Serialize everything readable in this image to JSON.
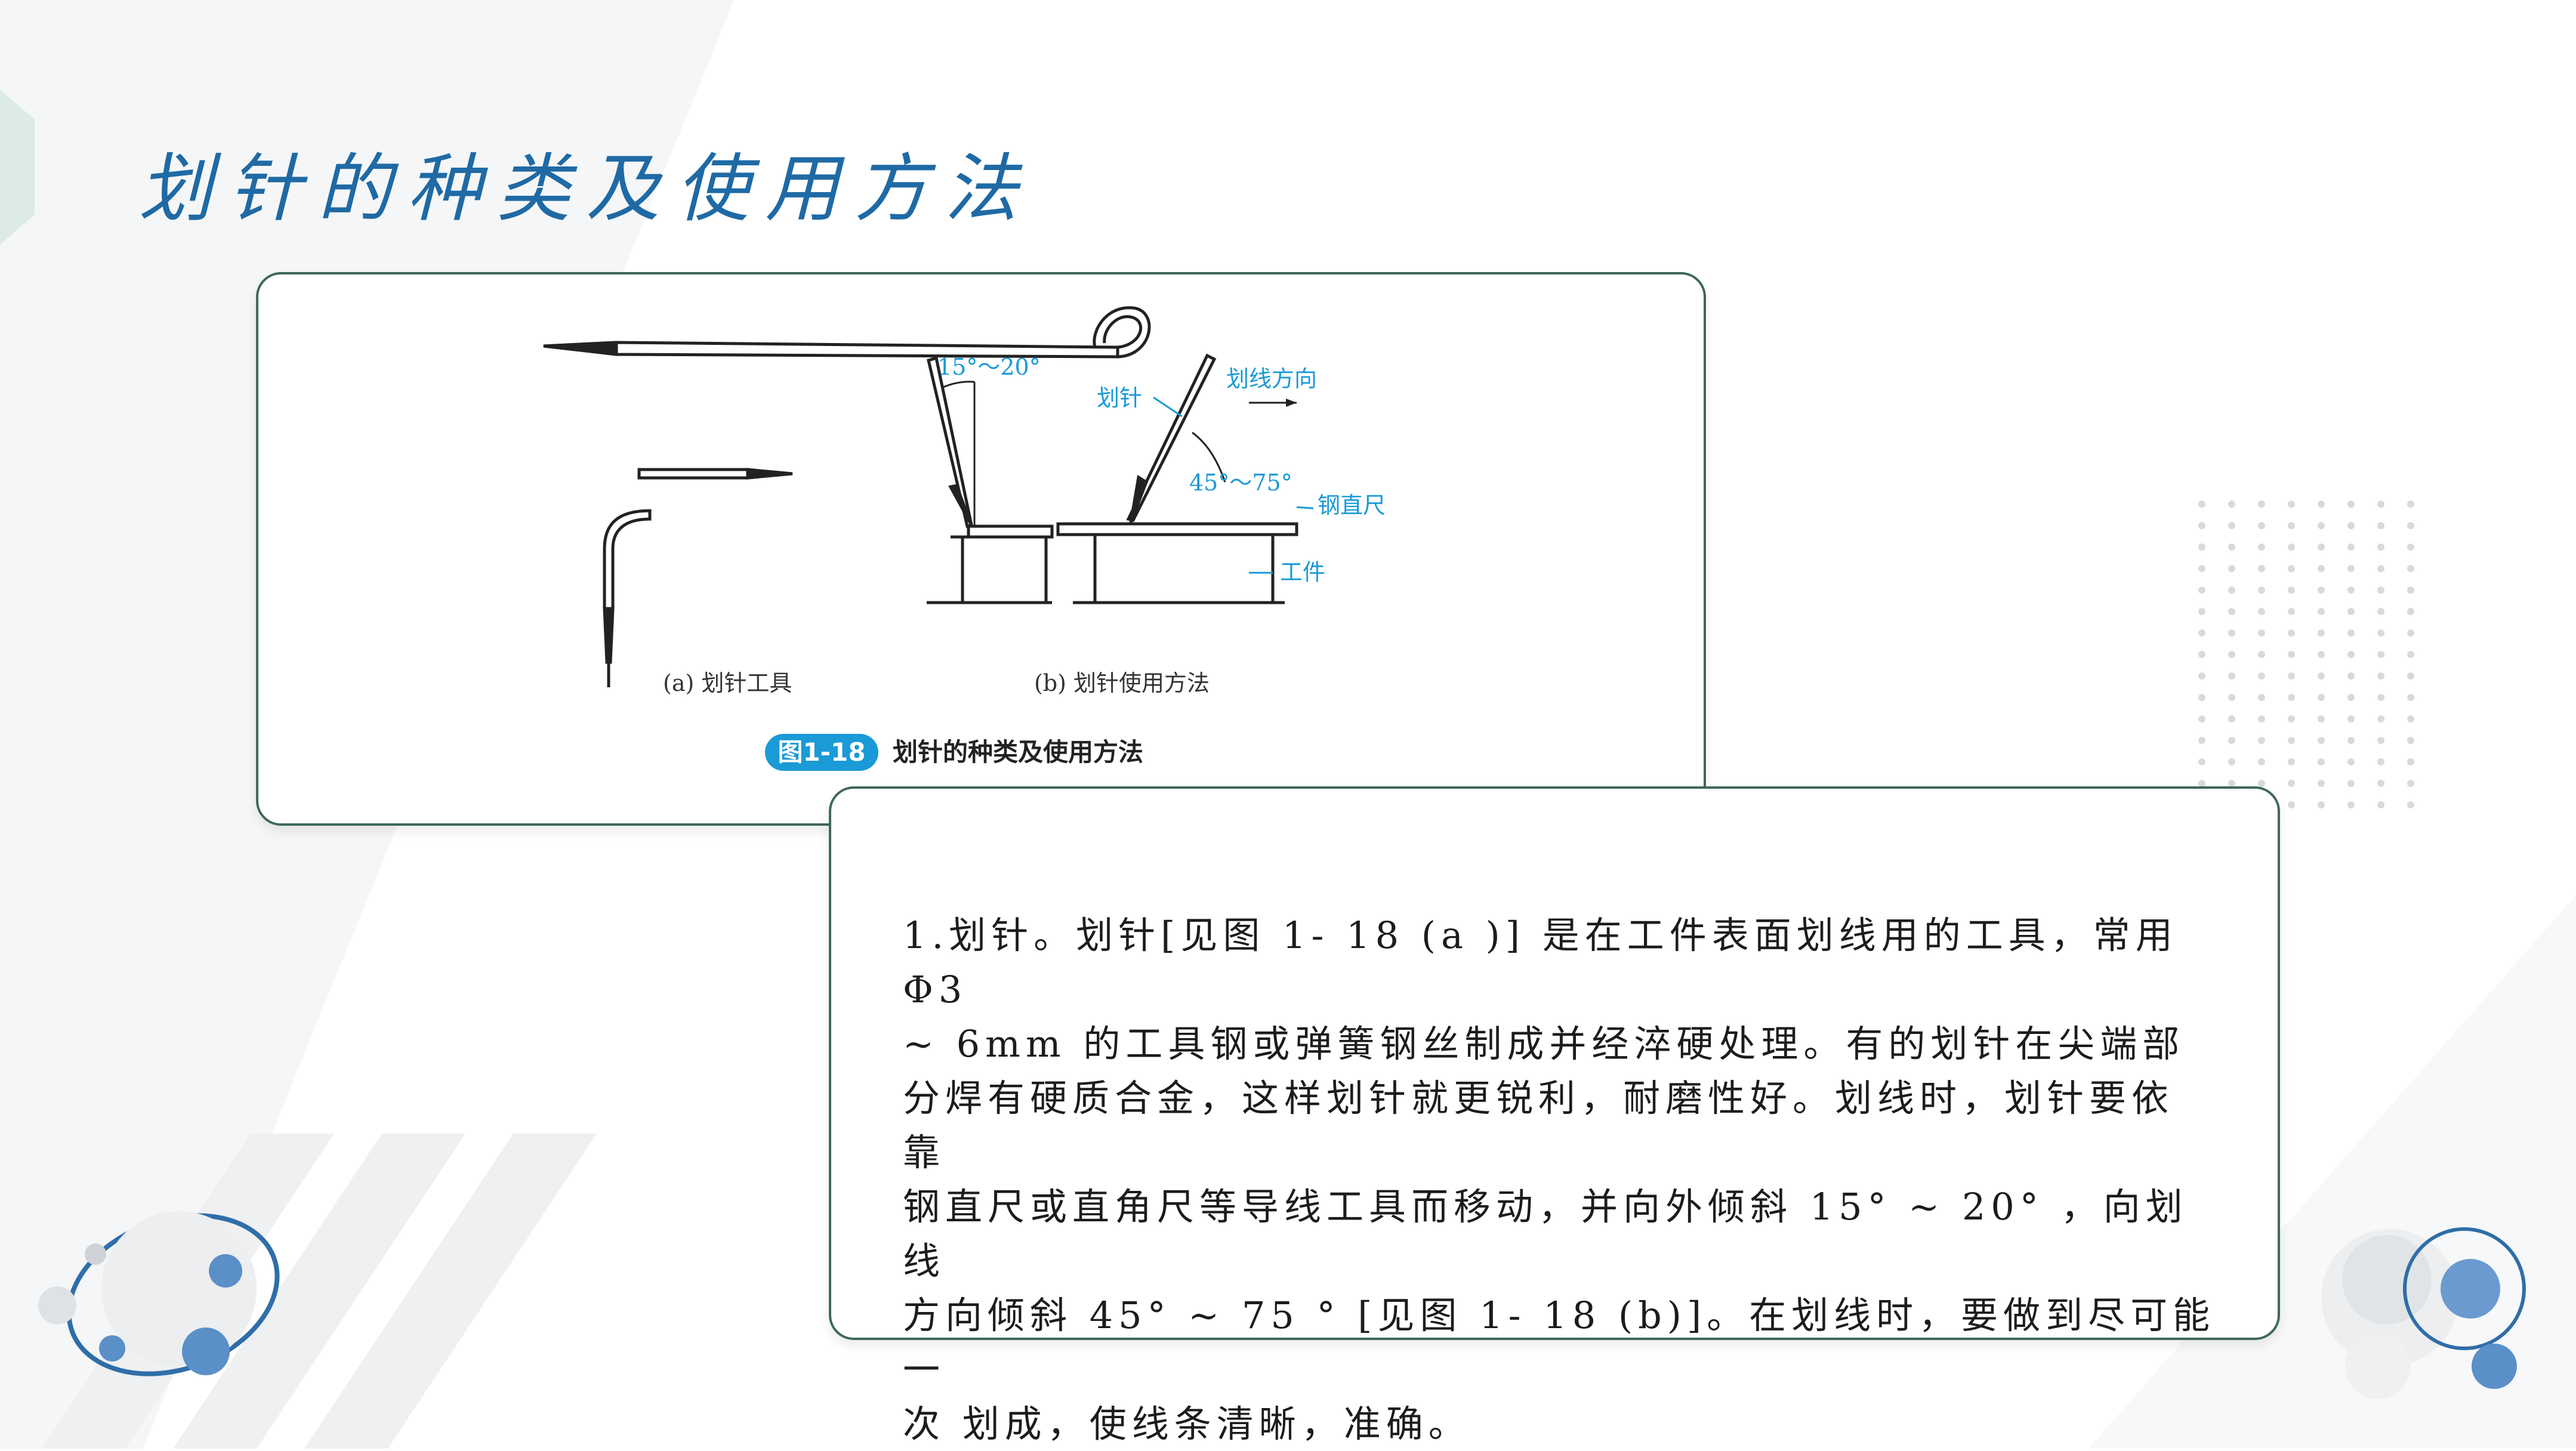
{
  "page": {
    "title": "划针的种类及使用方法",
    "accent_color": "#1f6aa5",
    "card_border_color": "#3e6858"
  },
  "figure": {
    "labels": {
      "angle_small": "15°～20°",
      "scriber": "划针",
      "direction": "划线方向",
      "angle_large": "45°～75°",
      "ruler": "钢直尺",
      "workpiece": "工件"
    },
    "sub_captions": {
      "a": "(a) 划针工具",
      "b": "(b) 划针使用方法"
    },
    "caption": {
      "badge": "图1-18",
      "text": "划针的种类及使用方法",
      "badge_color": "#1a9ad6"
    },
    "label_color": "#1a9ad6"
  },
  "description": {
    "text": "1.划针。划针[见图 1- 18 (a )] 是在工件表面划线用的工具，常用 Φ3\n~ 6mm 的工具钢或弹簧钢丝制成并经淬硬处理。有的划针在尖端部\n分焊有硬质合金，这样划针就更锐利，耐磨性好。划线时，划针要依靠\n钢直尺或直角尺等导线工具而移动，并向外倾斜 15° ~ 20° ，向划线\n方向倾斜 45° ~ 75 ° [见图 1- 18 (b)]。在划线时，要做到尽可能一\n次 划成，使线条清晰，准确。"
  },
  "decor": {
    "left_icon": "bubbles-orbit-icon",
    "right_icon": "bubbles-orbit-icon",
    "dot_grid": "dot-grid-pattern"
  }
}
